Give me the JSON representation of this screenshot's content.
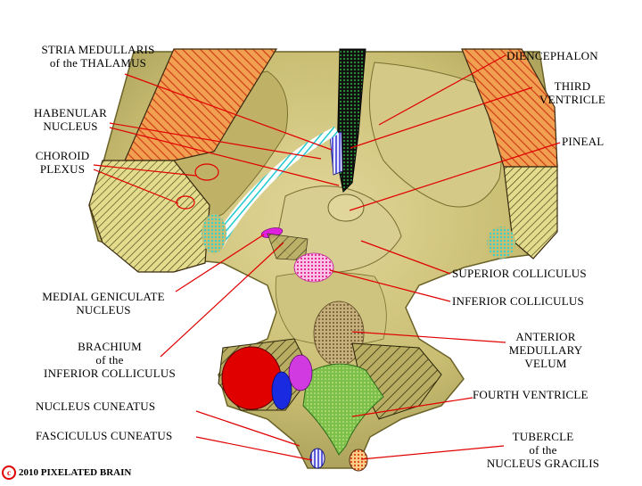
{
  "labels": {
    "stria_medullaris": "STRIA MEDULLARIS\nof the THALAMUS",
    "habenular_nucleus": "HABENULAR\nNUCLEUS",
    "choroid_plexus": "CHOROID\nPLEXUS",
    "medial_geniculate": "MEDIAL GENICULATE\nNUCLEUS",
    "brachium": "BRACHIUM\nof the\nINFERIOR COLLICULUS",
    "nucleus_cuneatus": "NUCLEUS CUNEATUS",
    "fasciculus_cuneatus": "FASCICULUS CUNEATUS",
    "diencephalon": "DIENCEPHALON",
    "third_ventricle": "THIRD\nVENTRICLE",
    "pineal": "PINEAL",
    "superior_colliculus": "SUPERIOR COLLICULUS",
    "inferior_colliculus": "INFERIOR COLLICULUS",
    "anterior_medullary_velum": "ANTERIOR\nMEDULLARY\nVELUM",
    "fourth_ventricle": "FOURTH VENTRICLE",
    "tubercle_gracilis": "TUBERCLE\nof the\nNUCLEUS GRACILIS"
  },
  "copyright": {
    "symbol": "c",
    "text": "2010  PIXELATED BRAIN"
  },
  "colors": {
    "tissue": "#c9bd72",
    "tissue_light": "#ddd394",
    "tissue_shadow": "#9e9450",
    "leader": "#e00000",
    "cut_orange": "#e88a3c",
    "cut_yellow": "#d9d47a",
    "third_ventricle": "#1f8a2f",
    "fourth_ventricle": "#7cc04a",
    "habenula": "#4a3ccf",
    "choroid": "#3ad0c8",
    "geniculate": "#e020e0",
    "inferior_colliculus": "#f070c8",
    "nucleus_cuneatus": "#e00000",
    "fasciculus_cuneatus": "#1a2ae0",
    "tubercle": "#d03ae0",
    "velum": "#b89a6a"
  }
}
